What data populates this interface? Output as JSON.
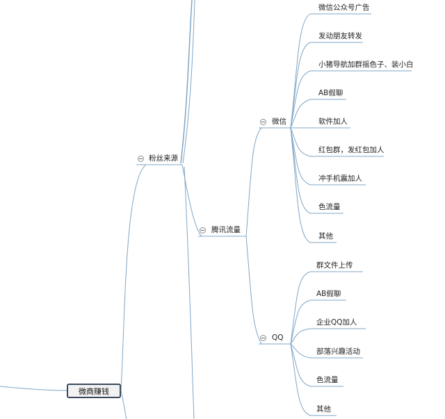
{
  "root": {
    "label": "微商赚钱"
  },
  "branch": {
    "label": "粉丝来源",
    "child": {
      "label": "腾讯流量",
      "groups": [
        {
          "label": "微信",
          "items": [
            "微信公众号广告",
            "发动朋友转发",
            "小猪导航加群摇色子、装小白",
            "AB假聊",
            "软件加人",
            "红包群，发红包加人",
            "冲手机震加人",
            "色流量",
            "其他"
          ]
        },
        {
          "label": "QQ",
          "items": [
            "群文件上传",
            "AB假聊",
            "企业QQ加人",
            "部落兴趣活动",
            "色流量",
            "其他"
          ]
        }
      ]
    }
  },
  "colors": {
    "line": "#7fa5c4",
    "text": "#222222",
    "root_border": "#3b4a5a"
  }
}
